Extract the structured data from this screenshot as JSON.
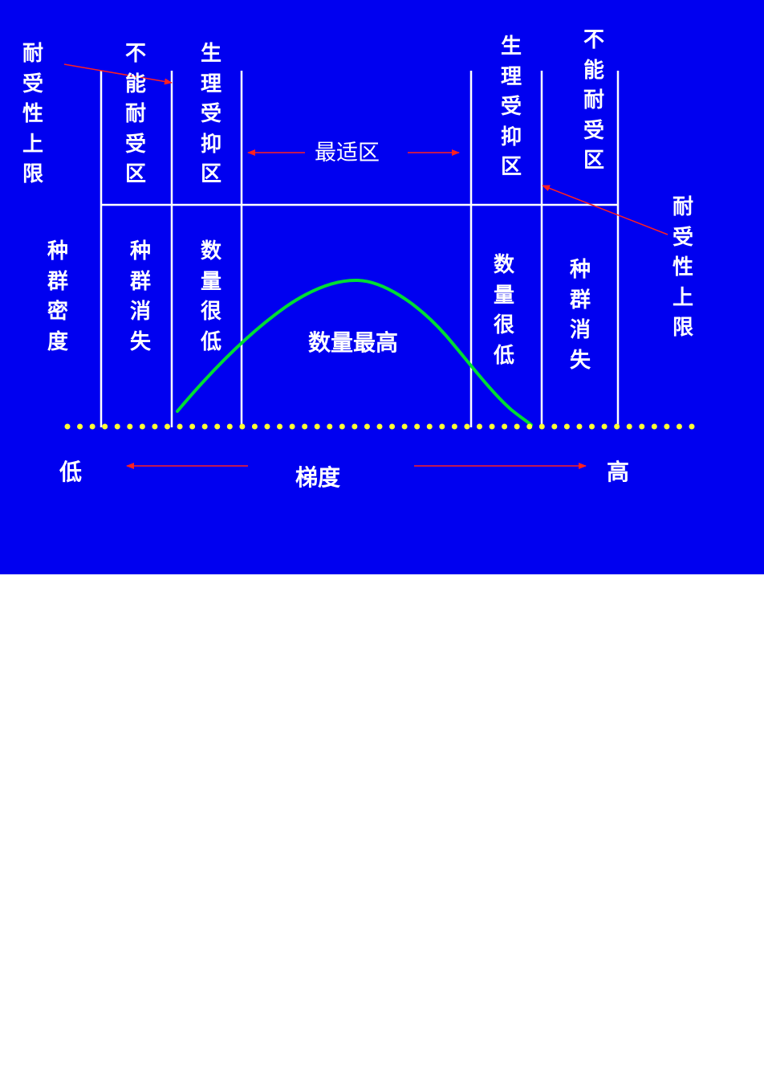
{
  "colors": {
    "background": "#0000f0",
    "lines": "#ffffff",
    "curve": "#00dd33",
    "gradient_dots": "#ffff33",
    "arrows": "#ff2020"
  },
  "labels": {
    "tolerance_limit_left": "耐受性上限",
    "tolerance_limit_right": "耐受性上限",
    "intolerance_zone_left": "不能耐受区",
    "intolerance_zone_right": "不能耐受区",
    "physiological_stress_left": "生理受抑区",
    "physiological_stress_right": "生理受抑区",
    "optimal_zone": "最适区",
    "population_density": "种群密度",
    "population_disappears_left": "种群消失",
    "population_disappears_right": "种群消失",
    "quantity_very_low_left": "数量很低",
    "quantity_very_low_right": "数量很低",
    "quantity_highest": "数量最高",
    "low": "低",
    "gradient": "梯度",
    "high": "高"
  }
}
